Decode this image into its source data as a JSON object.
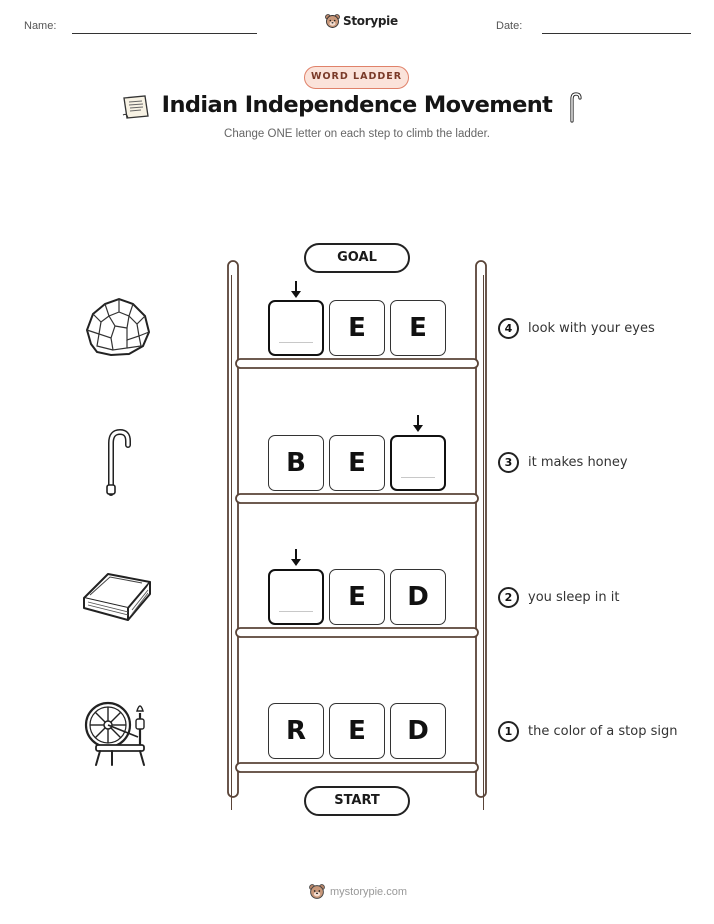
{
  "header": {
    "name_label": "Name:",
    "date_label": "Date:",
    "brand": "Storypie"
  },
  "badge": "WORD LADDER",
  "title": "Indian Independence Movement",
  "subtitle": "Change ONE letter on each step to climb the ladder.",
  "goal_label": "GOAL",
  "start_label": "START",
  "rungs": [
    {
      "step": "4",
      "letters": [
        "",
        "E",
        "E"
      ],
      "clue": "look with your eyes",
      "picture": "rock-icon"
    },
    {
      "step": "3",
      "letters": [
        "B",
        "E",
        ""
      ],
      "clue": "it makes honey",
      "picture": "walking-stick-icon"
    },
    {
      "step": "2",
      "letters": [
        "",
        "E",
        "D"
      ],
      "clue": "you sleep in it",
      "picture": "book-icon"
    },
    {
      "step": "1",
      "letters": [
        "R",
        "E",
        "D"
      ],
      "clue": "the color of a stop sign",
      "picture": "spinning-wheel-icon"
    }
  ],
  "footer": "mystorypie.com",
  "colors": {
    "ladder_wood": "#6b4f3f",
    "badge_fill": "#fbe3da",
    "badge_border": "#e0826a"
  }
}
